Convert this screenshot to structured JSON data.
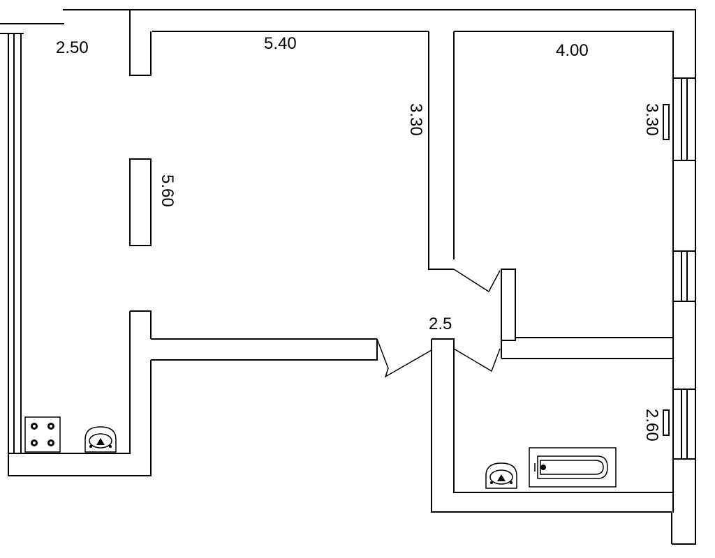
{
  "dimensions": {
    "kitchen_width": "2.50",
    "living_room_length": "5.40",
    "living_room_width": "5.60",
    "living_room_depth": "3.30",
    "bedroom_length": "4.00",
    "bedroom_width": "3.30",
    "hallway_width": "2.5",
    "bathroom_width": "2.60"
  },
  "icons": {
    "stove": "stove-icon",
    "kitchen_sink": "kitchen-sink-icon",
    "bathroom_sink": "bathroom-sink-icon",
    "bathtub": "bathtub-icon"
  },
  "colors": {
    "ink": "#000000",
    "paper": "#ffffff"
  }
}
